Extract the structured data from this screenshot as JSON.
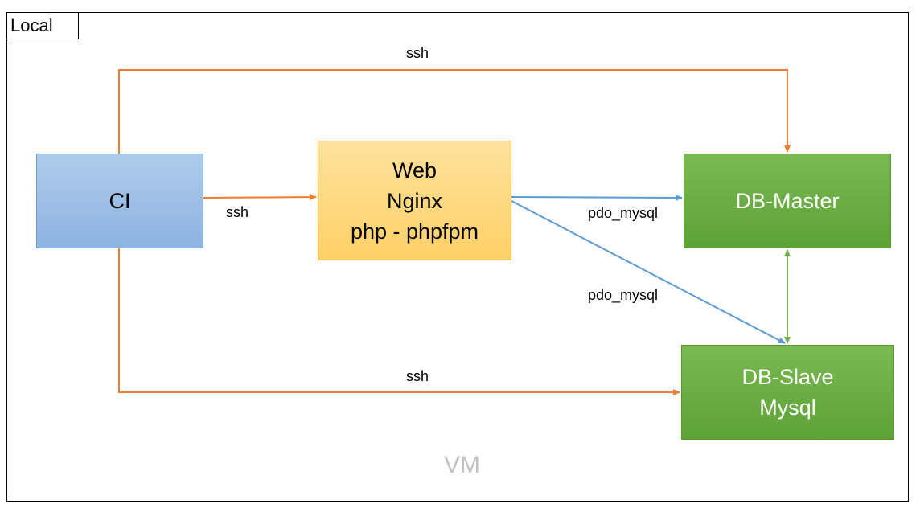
{
  "local_label": "Local",
  "vm_label": "VM",
  "nodes": {
    "ci": {
      "lines": [
        "CI"
      ]
    },
    "web": {
      "lines": [
        "Web",
        "Nginx",
        "php - phpfpm"
      ]
    },
    "db_master": {
      "lines": [
        "DB-Master"
      ]
    },
    "db_slave": {
      "lines": [
        "DB-Slave",
        "Mysql"
      ]
    }
  },
  "edges": {
    "ci_to_master": {
      "label": "ssh"
    },
    "ci_to_web": {
      "label": "ssh"
    },
    "ci_to_slave": {
      "label": "ssh"
    },
    "web_to_master": {
      "label": "pdo_mysql"
    },
    "web_to_slave": {
      "label": "pdo_mysql"
    }
  },
  "colors": {
    "ssh_edge": "#ed7d31",
    "pdo_edge": "#5b9bd5",
    "replication_edge": "#70ad47"
  }
}
